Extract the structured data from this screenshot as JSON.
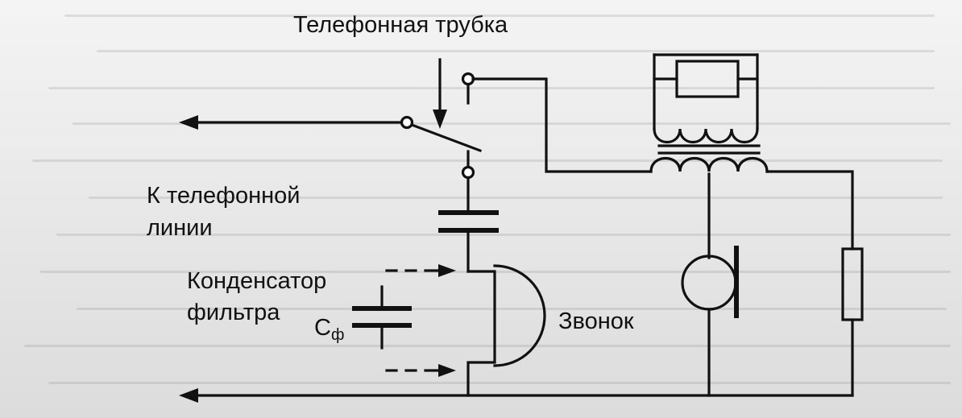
{
  "labels": {
    "handset": "Телефонная трубка",
    "line_1": "К телефонной",
    "line_2": "линии",
    "capacitor_1": "Конденсатор",
    "capacitor_2": "фильтра",
    "cap_symbol_main": "С",
    "cap_symbol_sub": "ф",
    "bell": "Звонок"
  },
  "colors": {
    "ink": "#111111",
    "paper": "#efefef"
  }
}
